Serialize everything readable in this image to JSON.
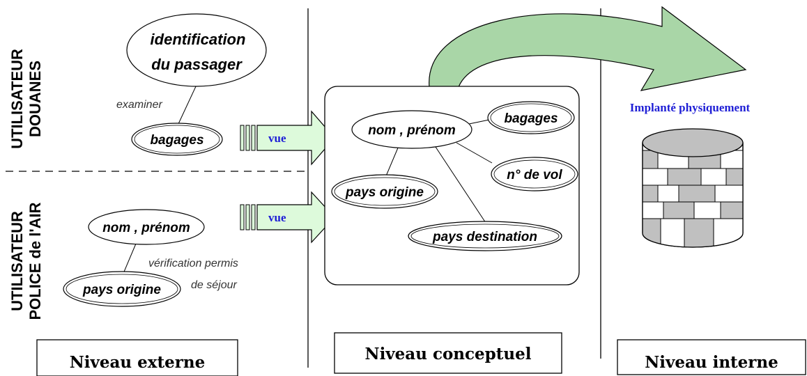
{
  "users": {
    "douanes": [
      "UTILISATEUR",
      "DOUANES"
    ],
    "police": [
      "UTILISATEUR",
      "POLICE de l'AIR"
    ]
  },
  "external": {
    "douanes": {
      "identification": [
        "identification",
        "du passager"
      ],
      "relation": "examiner",
      "bagages": "bagages"
    },
    "police": {
      "nom_prenom": "nom , prénom",
      "pays_origine": "pays origine",
      "relation": [
        "vérification permis",
        "de séjour"
      ]
    }
  },
  "arrows": {
    "vue_top": "vue",
    "vue_bottom": "vue"
  },
  "conceptual": {
    "nom_prenom": "nom , prénom",
    "bagages": "bagages",
    "num_vol": "n° de vol",
    "pays_origine": "pays origine",
    "pays_destination": "pays destination"
  },
  "internal": {
    "implante": "Implanté physiquement"
  },
  "levels": {
    "externe": "Niveau externe",
    "conceptuel": "Niveau conceptuel",
    "interne": "Niveau interne"
  },
  "colors": {
    "arrow_fill": "#ddfadb",
    "curved_arrow_fill": "#a9d6a7",
    "db_gray": "#c0c0c0",
    "vue_text": "#1f1fd6"
  }
}
